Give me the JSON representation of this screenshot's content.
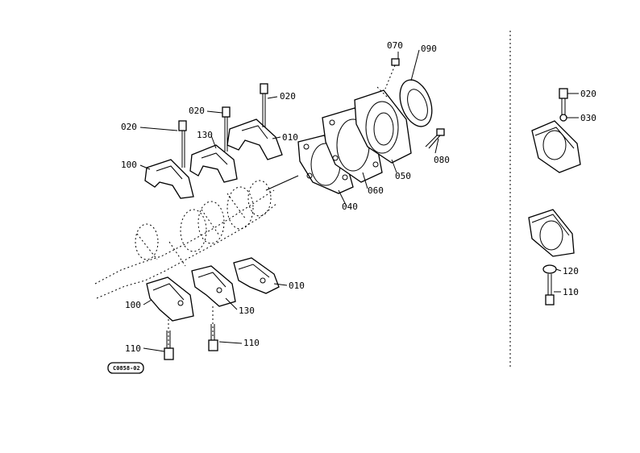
{
  "labels": {
    "l020a": "020",
    "l020b": "020",
    "l020c": "020",
    "l020d": "020",
    "l010a": "010",
    "l010b": "010",
    "l130a": "130",
    "l130b": "130",
    "l100a": "100",
    "l100b": "100",
    "l110a": "110",
    "l110b": "110",
    "l110c": "110",
    "l120": "120",
    "l030": "030",
    "l040": "040",
    "l060": "060",
    "l050": "050",
    "l070": "070",
    "l080": "080",
    "l090": "090"
  },
  "drawing_tag": "C0858-02"
}
